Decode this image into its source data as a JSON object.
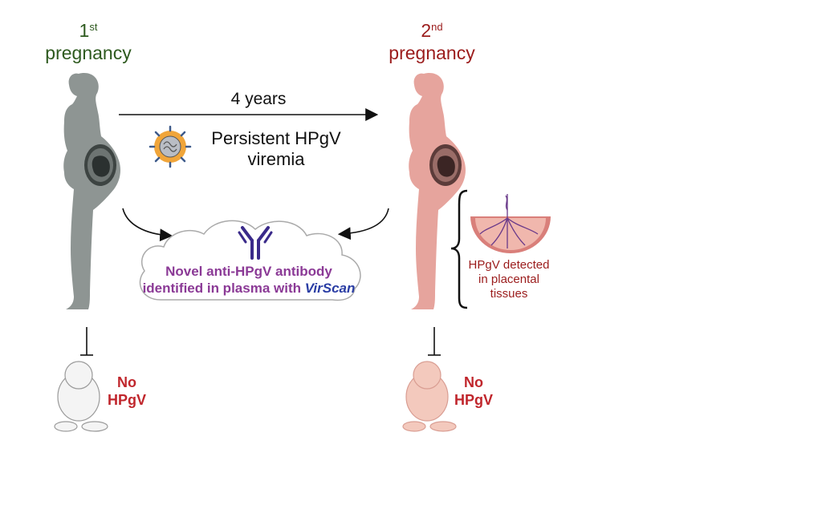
{
  "first": {
    "num": "1",
    "sup": "st",
    "word": "pregnancy"
  },
  "second": {
    "num": "2",
    "sup": "nd",
    "word": "pregnancy"
  },
  "interval": "4 years",
  "persistent": {
    "line1": "Persistent HPgV",
    "line2": "viremia"
  },
  "cloud": {
    "line1": "Novel anti-HPgV antibody",
    "line2_prefix": "identified in plasma with ",
    "line2_brand": "VirScan"
  },
  "placenta": {
    "line1": "HPgV detected",
    "line2": "in placental",
    "line3": "tissues"
  },
  "baby1": {
    "line1": "No",
    "line2": "HPgV"
  },
  "baby2": {
    "line1": "No",
    "line2": "HPgV"
  },
  "colors": {
    "grey_figure": "#8e9593",
    "pink_figure": "#e6a49d",
    "green_text": "#2e5a1f",
    "red_text": "#9b1c1c",
    "purple_text": "#8b3a96",
    "blue_text": "#2a3da4"
  },
  "icons": [
    "pregnant-woman-grey",
    "pregnant-woman-pink",
    "virus-icon",
    "antibody-icon",
    "placenta-icon",
    "baby-grey",
    "baby-pink",
    "curly-brace"
  ]
}
